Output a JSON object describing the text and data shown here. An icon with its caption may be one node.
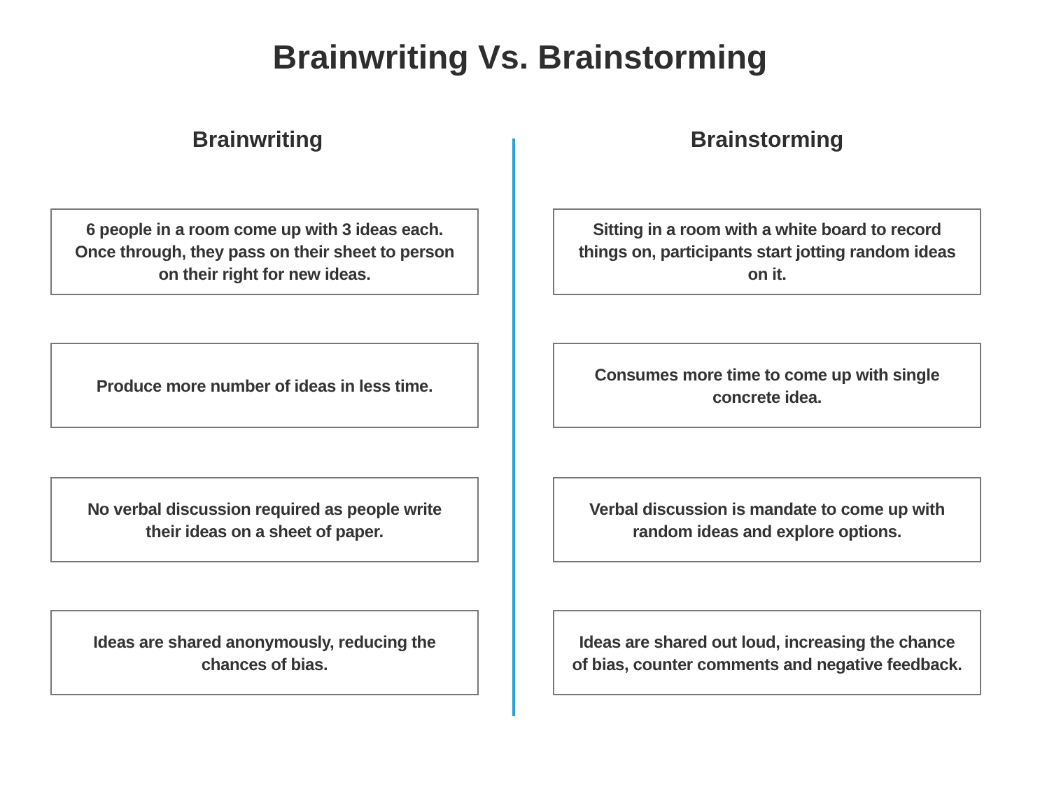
{
  "diagram": {
    "title": "Brainwriting Vs. Brainstorming",
    "nodes": [
      {
        "text": [
          "6 people in a room come up with 3 ideas each. Once through, they pass on their sheet to person on their right for new ideas."
        ]
      },
      {
        "text": [
          "Produce more number of ideas in less time."
        ]
      },
      {
        "text": [
          "No verbal discussion required as people write their ideas on a sheet of paper."
        ]
      },
      {
        "text": [
          "Ideas are shared anonymously, reducing the chances of bias."
        ]
      },
      {
        "text": [
          "Sitting in a room with a white board to record things on, participants start jotting random ideas on it."
        ]
      },
      {
        "text": [
          "Consumes more time to come up with single concrete idea."
        ]
      },
      {
        "text": [
          "Verbal discussion is mandate to come up with random ideas and explore options."
        ]
      },
      {
        "text": [
          "Ideas are shared out loud, increasing the chance of bias, counter comments and negative feedback."
        ]
      }
    ],
    "labels": [
      "Brainwriting",
      "Brainstorming"
    ]
  }
}
